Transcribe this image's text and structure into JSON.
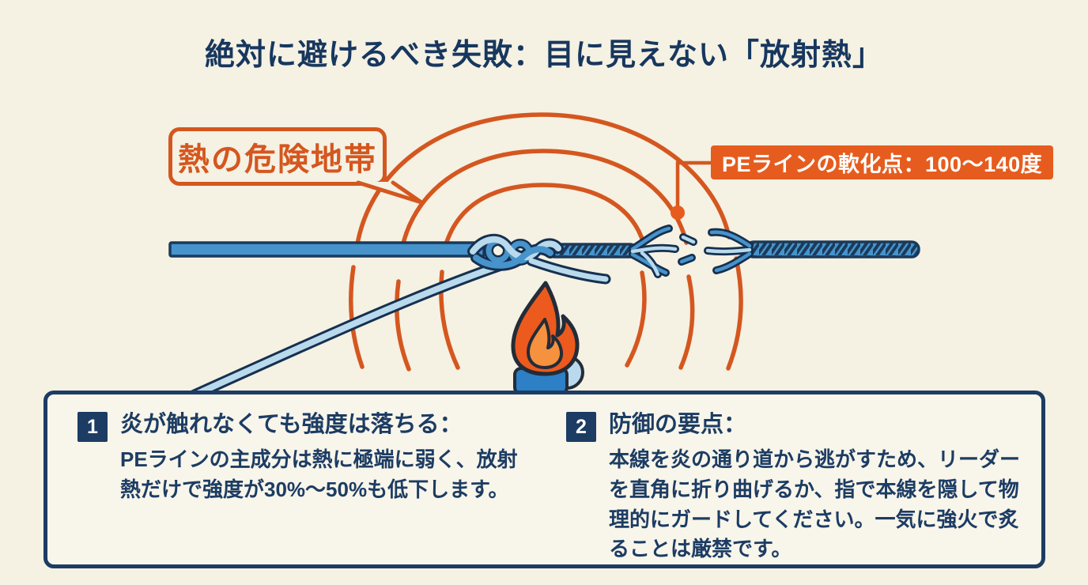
{
  "page": {
    "title": "絶対に避けるべき失敗：目に見えない「放射熱」"
  },
  "diagram": {
    "danger_zone_bubble": "熱の危険地帯",
    "softening_point_label": "PEラインの軟化点：100〜140度",
    "icons": {
      "flame": "flame-icon",
      "lighter": "lighter-icon",
      "radiant_arcs": "radiant-heat-arcs",
      "knot": "line-knot",
      "fray": "frayed-line-break"
    }
  },
  "notes": [
    {
      "number": "1",
      "heading": "炎が触れなくても強度は落ちる：",
      "body": "PEラインの主成分は熱に極端に弱く、放射熱だけで強度が30%〜50%も低下します。"
    },
    {
      "number": "2",
      "heading": "防御の要点：",
      "body": "本線を炎の通り道から逃がすため、リーダーを直角に折り曲げるか、指で本線を隠して物理的にガードしてください。一気に強火で炙ることは厳禁です。"
    }
  ],
  "colors": {
    "background": "#f5f1e3",
    "panel_background": "#f8f5ea",
    "navy": "#1c3c63",
    "orange": "#d4571f",
    "label_background": "#e65c1e",
    "flame_orange": "#ed5a1d",
    "flame_inner_orange": "#f5913f",
    "line_blue": "#4793cb",
    "leader_light_blue": "#b9d9ec"
  }
}
